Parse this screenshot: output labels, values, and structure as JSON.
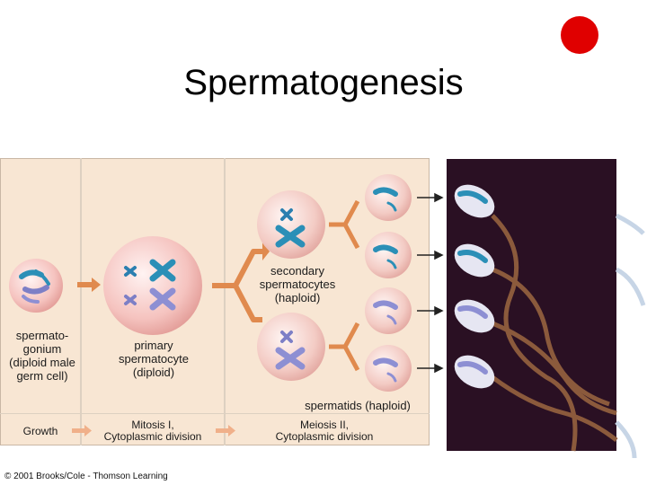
{
  "slide": {
    "title": "Spermatogenesis",
    "copyright": "© 2001 Brooks/Cole - Thomson Learning"
  },
  "diagram": {
    "cell_labels": {
      "spermatogonium": [
        "spermato-",
        "gonium",
        "(diploid male",
        "germ cell)"
      ],
      "primary_spermatocyte": [
        "primary",
        "spermatocyte",
        "(diploid)"
      ],
      "secondary_spermatocytes": [
        "secondary",
        "spermatocytes",
        "(haploid)"
      ],
      "spermatids": "spermatids (haploid)"
    },
    "stages": {
      "growth": "Growth",
      "mitosis": [
        "Mitosis I,",
        "Cytoplasmic division"
      ],
      "meiosis": [
        "Meiosis II,",
        "Cytoplasmic division"
      ]
    }
  },
  "colors": {
    "accent_red": "#e00000",
    "panel_bg": "#f8e6d3",
    "arrow": "#e08a4e",
    "photo_bg": "#2a1023"
  }
}
